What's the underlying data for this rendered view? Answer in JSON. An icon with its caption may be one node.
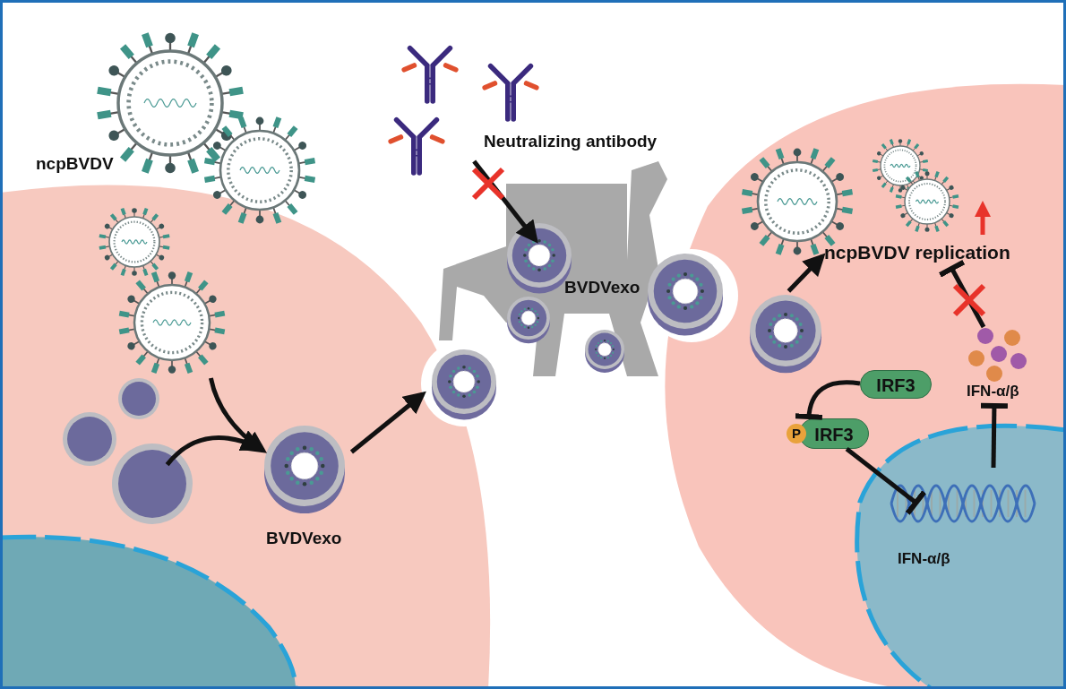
{
  "diagram": {
    "nodes": [
      {
        "text": [],
        "shape": "picture"
      },
      {
        "text": [],
        "shape": "picture"
      },
      {
        "text": [
          "BVDVexo"
        ]
      },
      {
        "text": [],
        "shape": "picture"
      },
      {
        "text": [
          "Neutralizing antibody"
        ]
      },
      {
        "text": [
          "BVDVexo"
        ]
      },
      {
        "text": [],
        "shape": "picture"
      },
      {
        "text": [
          "ncpBVDV replication"
        ]
      },
      {
        "text": [
          "IRF3"
        ]
      },
      {
        "text": [
          "P",
          "IRF3"
        ]
      },
      {
        "text": [
          "IFN-α/β"
        ]
      },
      {
        "text": [
          "IFN-α/β"
        ]
      }
    ],
    "edges": [
      {
        "from": 0,
        "to": 2,
        "arrow": "to"
      },
      {
        "from": 1,
        "to": 2,
        "arrow": "to"
      },
      {
        "from": 2,
        "to": 3,
        "arrow": "to"
      },
      {
        "from": 4,
        "to": 5,
        "arrow": "to"
      },
      {
        "from": 6,
        "to": 7,
        "arrow": "to"
      },
      {
        "from": 8,
        "to": 9,
        "arrow": "other"
      },
      {
        "from": 9,
        "to": 10,
        "arrow": "other"
      },
      {
        "from": 10,
        "to": 11,
        "arrow": "other"
      },
      {
        "from": 11,
        "to": 7,
        "arrow": "other"
      }
    ],
    "labels": [
      "ncpBVDV"
    ]
  }
}
